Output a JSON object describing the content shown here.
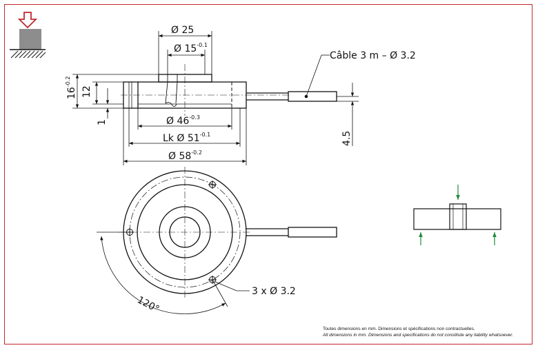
{
  "colors": {
    "frame": "#c0282d",
    "arrow_red": "#c0282d",
    "force_green": "#1d8a3c",
    "line": "#111111",
    "cable_dot": "#111111"
  },
  "icons": {
    "load_symbol": "load-arrow-icon",
    "force_arrows": "force-arrow-icon"
  },
  "dimensions": {
    "d25": "Ø 25",
    "d15": "Ø 15",
    "d15_tol": "-0.1",
    "cable": "Câble 3 m – Ø 3.2",
    "h16": "16",
    "h16_tol": "-0.2",
    "h12": "12",
    "h1": "1",
    "d46": "Ø 46",
    "d46_tol": "-0.3",
    "lk51": "Lk Ø 51",
    "lk51_tol": "-0.1",
    "d58": "Ø 58",
    "d58_tol": "-0.2",
    "h45": "4.5",
    "holes": "3 x Ø 3.2",
    "angle": "120°"
  },
  "notes": {
    "fr": "Toutes dimensions en mm. Dimensions et spécifications non contractuelles.",
    "en": "All dimensions in mm. Dimensions and specifications do not constitute any liability whatsoever."
  }
}
